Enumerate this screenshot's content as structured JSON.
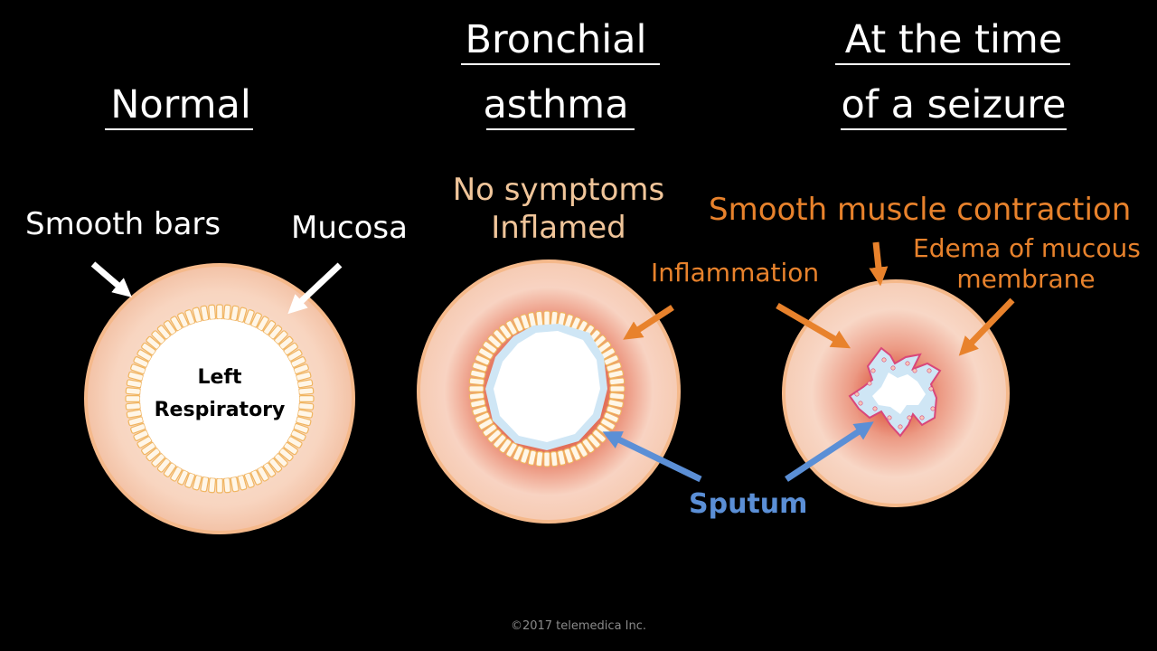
{
  "titles": {
    "normal": "Normal",
    "asthma_line1": "Bronchial",
    "asthma_line2": "asthma",
    "seizure_line1": "At the time",
    "seizure_line2": "of a seizure"
  },
  "normal": {
    "smooth_bars": "Smooth bars",
    "mucosa": "Mucosa",
    "center_line1": "Left",
    "center_line2": "Respiratory"
  },
  "asthma": {
    "state_line1": "No symptoms",
    "state_line2": "Inflamed",
    "inflammation": "Inflammation"
  },
  "seizure": {
    "contraction": "Smooth muscle contraction",
    "edema_line1": "Edema of mucous",
    "edema_line2": "membrane"
  },
  "sputum": "Sputum",
  "copyright": "©2017 telemedica Inc.",
  "colors": {
    "outer_ring": "#f5b98b",
    "tissue": "#fbe3d6",
    "inflamed": "#e0634a",
    "epithelium": "#f7c27a",
    "sputum_layer": "#cfe6f5",
    "arrow_orange": "#e8822c",
    "arrow_blue": "#5b8fd6"
  }
}
